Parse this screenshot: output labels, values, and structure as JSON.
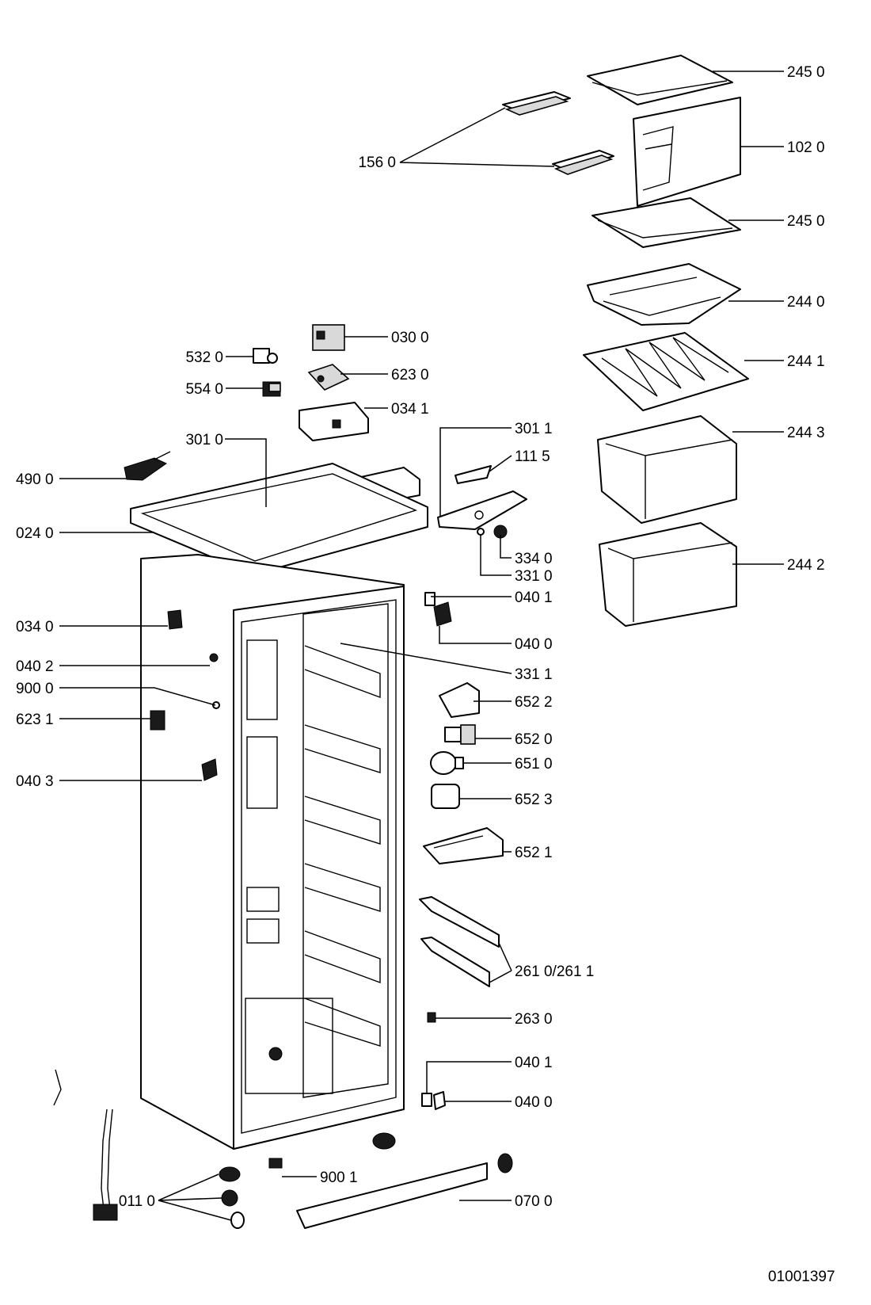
{
  "diagram": {
    "document_number": "01001397",
    "callouts": [
      {
        "id": "c-245-top",
        "label": "245 0"
      },
      {
        "id": "c-102",
        "label": "102 0"
      },
      {
        "id": "c-156",
        "label": "156 0"
      },
      {
        "id": "c-245-mid",
        "label": "245 0"
      },
      {
        "id": "c-2440",
        "label": "244 0"
      },
      {
        "id": "c-2441",
        "label": "244 1"
      },
      {
        "id": "c-2443",
        "label": "244 3"
      },
      {
        "id": "c-2442",
        "label": "244 2"
      },
      {
        "id": "c-030",
        "label": "030 0"
      },
      {
        "id": "c-532",
        "label": "532 0"
      },
      {
        "id": "c-623",
        "label": "623 0"
      },
      {
        "id": "c-554",
        "label": "554 0"
      },
      {
        "id": "c-0341",
        "label": "034 1"
      },
      {
        "id": "c-3010",
        "label": "301 0"
      },
      {
        "id": "c-3011",
        "label": "301 1"
      },
      {
        "id": "c-1115",
        "label": "111 5"
      },
      {
        "id": "c-490",
        "label": "490 0"
      },
      {
        "id": "c-024",
        "label": "024 0"
      },
      {
        "id": "c-3340",
        "label": "334 0"
      },
      {
        "id": "c-3310",
        "label": "331 0"
      },
      {
        "id": "c-0401-top",
        "label": "040 1"
      },
      {
        "id": "c-0340",
        "label": "034 0"
      },
      {
        "id": "c-0400-top",
        "label": "040 0"
      },
      {
        "id": "c-0402",
        "label": "040 2"
      },
      {
        "id": "c-3311",
        "label": "331 1"
      },
      {
        "id": "c-9000",
        "label": "900 0"
      },
      {
        "id": "c-6522",
        "label": "652 2"
      },
      {
        "id": "c-6231",
        "label": "623 1"
      },
      {
        "id": "c-6520",
        "label": "652 0"
      },
      {
        "id": "c-6510",
        "label": "651 0"
      },
      {
        "id": "c-0403",
        "label": "040 3"
      },
      {
        "id": "c-6523",
        "label": "652 3"
      },
      {
        "id": "c-6521",
        "label": "652 1"
      },
      {
        "id": "c-261",
        "label": "261 0/261 1"
      },
      {
        "id": "c-263",
        "label": "263 0"
      },
      {
        "id": "c-0401-bot",
        "label": "040 1"
      },
      {
        "id": "c-0400-bot",
        "label": "040 0"
      },
      {
        "id": "c-9001",
        "label": "900 1"
      },
      {
        "id": "c-0110",
        "label": "011 0"
      },
      {
        "id": "c-0700",
        "label": "070 0"
      }
    ]
  }
}
